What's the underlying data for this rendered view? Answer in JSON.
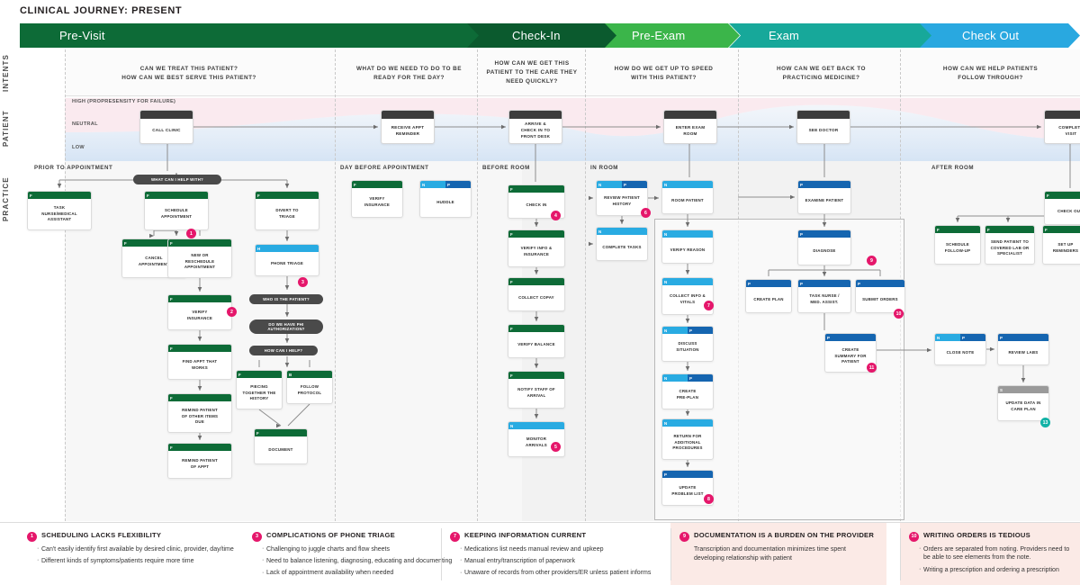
{
  "title": "CLINICAL JOURNEY: PRESENT",
  "rows": {
    "intents": "INTENTS",
    "patient": "PATIENT",
    "practice": "PRACTICE"
  },
  "phases": [
    {
      "label": "Pre-Visit",
      "color": "#0d6b37"
    },
    {
      "label": "Check-In",
      "color": "#0b5a2e"
    },
    {
      "label": "Pre-Exam",
      "color": "#3bb54a"
    },
    {
      "label": "Exam",
      "color": "#17a89a"
    },
    {
      "label": "Check Out",
      "color": "#29a8e0"
    }
  ],
  "intents": [
    "CAN WE TREAT THIS PATIENT?\nHOW CAN WE BEST SERVE THIS PATIENT?",
    "WHAT DO WE NEED TO DO TO BE\nREADY FOR THE DAY?",
    "HOW CAN WE GET THIS\nPATIENT TO THE CARE THEY\nNEED QUICKLY?",
    "HOW DO WE GET UP TO SPEED\nWITH THIS PATIENT?",
    "HOW CAN WE GET BACK TO\nPRACTICING MEDICINE?",
    "HOW CAN WE HELP PATIENTS\nFOLLOW THROUGH?"
  ],
  "emotion_axis": [
    "HIGH (PROPRESENSITY FOR FAILURE)",
    "NEUTRAL",
    "LOW"
  ],
  "patient_steps": [
    {
      "label": "CALL CLINIC"
    },
    {
      "label": "RECEIVE APPT\nREMINDER"
    },
    {
      "label": "ARRIVE &\nCHECK IN TO\nFRONT DESK"
    },
    {
      "label": "ENTER EXAM\nROOM"
    },
    {
      "label": "SEE DOCTOR"
    },
    {
      "label": "COMPLETE\nVISIT"
    }
  ],
  "section_labels": [
    "PRIOR TO APPOINTMENT",
    "DAY BEFORE APPOINTMENT",
    "BEFORE ROOM",
    "IN ROOM",
    "AFTER ROOM"
  ],
  "pills": [
    {
      "text": "WHAT CAN I HELP WITH?"
    },
    {
      "text": "WHO IS THE PATIENT?"
    },
    {
      "text": "DO WE HAVE PHI\nAUTHORIZATION?"
    },
    {
      "text": "HOW CAN I HELP?"
    }
  ],
  "nodes": [
    {
      "id": "task-nurse",
      "roles": [
        "F"
      ],
      "label": "TASK\nNURSE/MEDICAL\nASSISTANT"
    },
    {
      "id": "schedule-appt",
      "roles": [
        "F"
      ],
      "label": "SCHEDULE\nAPPOINTMENT"
    },
    {
      "id": "divert-triage",
      "roles": [
        "F"
      ],
      "label": "DIVERT TO\nTRIAGE"
    },
    {
      "id": "cancel-appt",
      "roles": [
        "F"
      ],
      "label": "CANCEL\nAPPOINTMENT"
    },
    {
      "id": "new-resched",
      "roles": [
        "F"
      ],
      "label": "NEW OR\nRESCHEDULE\nAPPOINTMENT"
    },
    {
      "id": "phone-triage",
      "roles": [
        "H"
      ],
      "label": "PHONE TRIAGE"
    },
    {
      "id": "verify-insurance1",
      "roles": [
        "F"
      ],
      "label": "VERIFY\nINSURANCE"
    },
    {
      "id": "find-appt",
      "roles": [
        "F"
      ],
      "label": "FIND APPT THAT\nWORKS"
    },
    {
      "id": "remind-items",
      "roles": [
        "F"
      ],
      "label": "REMIND PATIENT\nOF OTHER ITEMS\nDUE"
    },
    {
      "id": "remind-appt",
      "roles": [
        "F"
      ],
      "label": "REMIND PATIENT\nOF APPT"
    },
    {
      "id": "piecing-history",
      "roles": [
        "F"
      ],
      "label": "PIECING\nTOGETHER THE\nHISTORY"
    },
    {
      "id": "follow-protocol",
      "roles": [
        "B"
      ],
      "label": "FOLLOW\nPROTOCOL"
    },
    {
      "id": "document",
      "roles": [
        "F"
      ],
      "label": "DOCUMENT"
    },
    {
      "id": "verify-insurance2",
      "roles": [
        "F"
      ],
      "label": "VERIFY\nINSURANCE"
    },
    {
      "id": "huddle",
      "roles": [
        "N",
        "P"
      ],
      "label": "HUDDLE"
    },
    {
      "id": "check-in",
      "roles": [
        "F"
      ],
      "label": "CHECK IN"
    },
    {
      "id": "verify-info-ins",
      "roles": [
        "F"
      ],
      "label": "VERIFY INFO &\nINSURANCE"
    },
    {
      "id": "collect-copay",
      "roles": [
        "F"
      ],
      "label": "COLLECT COPAY"
    },
    {
      "id": "verify-balance",
      "roles": [
        "F"
      ],
      "label": "VERIFY BALANCE"
    },
    {
      "id": "notify-staff",
      "roles": [
        "F"
      ],
      "label": "NOTIFY STAFF OF\nARRIVAL"
    },
    {
      "id": "monitor-arrivals",
      "roles": [
        "N"
      ],
      "label": "MONITOR\nARRIVALS"
    },
    {
      "id": "review-history",
      "roles": [
        "N",
        "P"
      ],
      "label": "REVIEW PATIENT\nHISTORY"
    },
    {
      "id": "complete-tasks",
      "roles": [
        "N"
      ],
      "label": "COMPLETE TASKS"
    },
    {
      "id": "room-patient",
      "roles": [
        "N"
      ],
      "label": "ROOM PATIENT"
    },
    {
      "id": "verify-reason",
      "roles": [
        "N"
      ],
      "label": "VERIFY REASON"
    },
    {
      "id": "collect-vitals",
      "roles": [
        "N"
      ],
      "label": "COLLECT INFO &\nVITALS"
    },
    {
      "id": "discuss-situation",
      "roles": [
        "N",
        "P"
      ],
      "label": "DISCUSS\nSITUATION"
    },
    {
      "id": "create-preplan",
      "roles": [
        "N",
        "P"
      ],
      "label": "CREATE\nPRE-PLAN"
    },
    {
      "id": "return-proc",
      "roles": [
        "N"
      ],
      "label": "RETURN FOR\nADDITIONAL\nPROCEDURES"
    },
    {
      "id": "update-problem",
      "roles": [
        "P"
      ],
      "label": "UPDATE\nPROBLEM LIST"
    },
    {
      "id": "examine-patient",
      "roles": [
        "P"
      ],
      "label": "EXAMINE PATIENT"
    },
    {
      "id": "diagnose",
      "roles": [
        "P"
      ],
      "label": "DIAGNOSE"
    },
    {
      "id": "create-plan",
      "roles": [
        "P"
      ],
      "label": "CREATE PLAN"
    },
    {
      "id": "task-nurse-ma",
      "roles": [
        "P"
      ],
      "label": "TASK NURSE /\nMED. ASSIST."
    },
    {
      "id": "submit-orders",
      "roles": [
        "P"
      ],
      "label": "SUBMIT ORDERS"
    },
    {
      "id": "create-summary",
      "roles": [
        "P"
      ],
      "label": "CREATE\nSUMMARY FOR\nPATIENT"
    },
    {
      "id": "close-note",
      "roles": [
        "N",
        "P"
      ],
      "label": "CLOSE NOTE"
    },
    {
      "id": "review-labs",
      "roles": [
        "P"
      ],
      "label": "REVIEW LABS"
    },
    {
      "id": "update-care-plan",
      "roles": [
        "S"
      ],
      "label": "UPDATE DATA IN\nCARE PLAN"
    },
    {
      "id": "check-out",
      "roles": [
        "F"
      ],
      "label": "CHECK OUT"
    },
    {
      "id": "schedule-followup",
      "roles": [
        "F"
      ],
      "label": "SCHEDULE\nFOLLOW-UP"
    },
    {
      "id": "send-to-lab",
      "roles": [
        "F"
      ],
      "label": "SEND PATIENT TO\nCOVERED LAB OR\nSPECIALIST"
    },
    {
      "id": "set-reminders",
      "roles": [
        "F"
      ],
      "label": "SET UP\nREMINDERS"
    }
  ],
  "badges": [
    "1",
    "2",
    "3",
    "4",
    "5",
    "6",
    "7",
    "8",
    "9",
    "10",
    "11",
    "13"
  ],
  "legend": [
    {
      "num": "1",
      "title": "SCHEDULING LACKS FLEXIBILITY",
      "bullets": [
        "Can't easily identify first available by desired clinic, provider, day/time",
        "Different kinds of symptoms/patients require more time"
      ],
      "highlight": false
    },
    {
      "num": "3",
      "title": "COMPLICATIONS OF PHONE TRIAGE",
      "bullets": [
        "Challenging to juggle charts and flow sheets",
        "Need to balance listening, diagnosing, educating and documenting",
        "Lack of appointment availability when needed"
      ],
      "highlight": false
    },
    {
      "num": "7",
      "title": "KEEPING INFORMATION CURRENT",
      "bullets": [
        "Medications list needs manual review and upkeep",
        "Manual entry/transcription of paperwork",
        "Unaware of records from other providers/ER unless patient informs"
      ],
      "highlight": false
    },
    {
      "num": "9",
      "title": "DOCUMENTATION IS A BURDEN ON THE PROVIDER",
      "body": "Transcription and documentation minimizes time spent developing relationship with patient",
      "highlight": true
    },
    {
      "num": "10",
      "title": "WRITING ORDERS IS TEDIOUS",
      "bullets": [
        "Orders are separated from noting. Providers need to be able to see elements from the note.",
        "Writing a prescription and ordering a prescription"
      ],
      "highlight": true
    }
  ]
}
